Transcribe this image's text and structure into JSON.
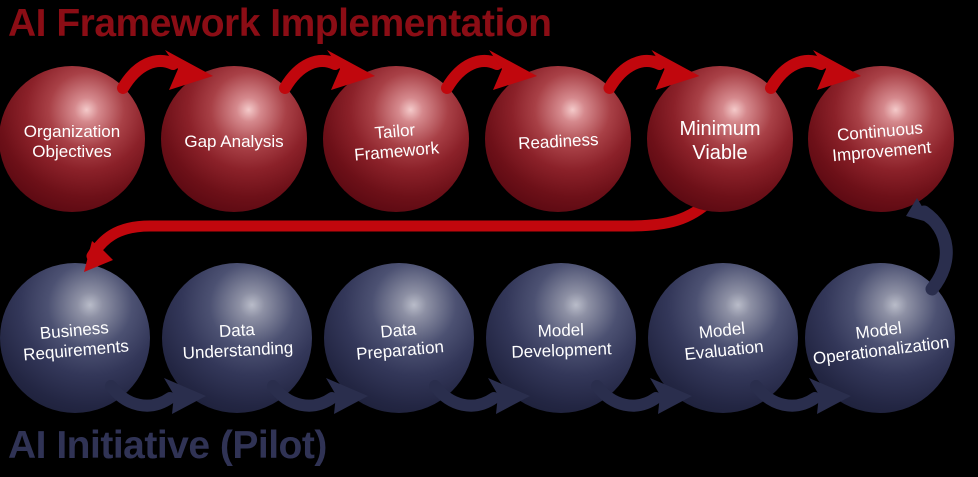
{
  "titles": {
    "top": "AI Framework Implementation",
    "bottom": "AI Initiative (Pilot)"
  },
  "colors": {
    "background": "#000000",
    "top_title": "#8b0d15",
    "bottom_title": "#303355",
    "red_sphere_dark": "#4a0509",
    "red_sphere_highlight": "#f4caca",
    "navy_sphere_dark": "#16192e",
    "navy_sphere_highlight": "#b9bcc9",
    "red_arrow": "#c1070d",
    "navy_arrow": "#2a2e4d",
    "sphere_label": "#ffffff"
  },
  "framework_row": {
    "title": "AI Framework Implementation",
    "items": [
      {
        "label": "Organization\nObjectives"
      },
      {
        "label": "Gap Analysis"
      },
      {
        "label": "Tailor\nFramework"
      },
      {
        "label": "Readiness"
      },
      {
        "label": "Minimum\nViable"
      },
      {
        "label": "Continuous\nImprovement"
      }
    ]
  },
  "pilot_row": {
    "title": "AI Initiative (Pilot)",
    "items": [
      {
        "label": "Business\nRequirements"
      },
      {
        "label": "Data\nUnderstanding"
      },
      {
        "label": "Data\nPreparation"
      },
      {
        "label": "Model\nDevelopment"
      },
      {
        "label": "Model\nEvaluation"
      },
      {
        "label": "Model\nOperationalization"
      }
    ]
  }
}
